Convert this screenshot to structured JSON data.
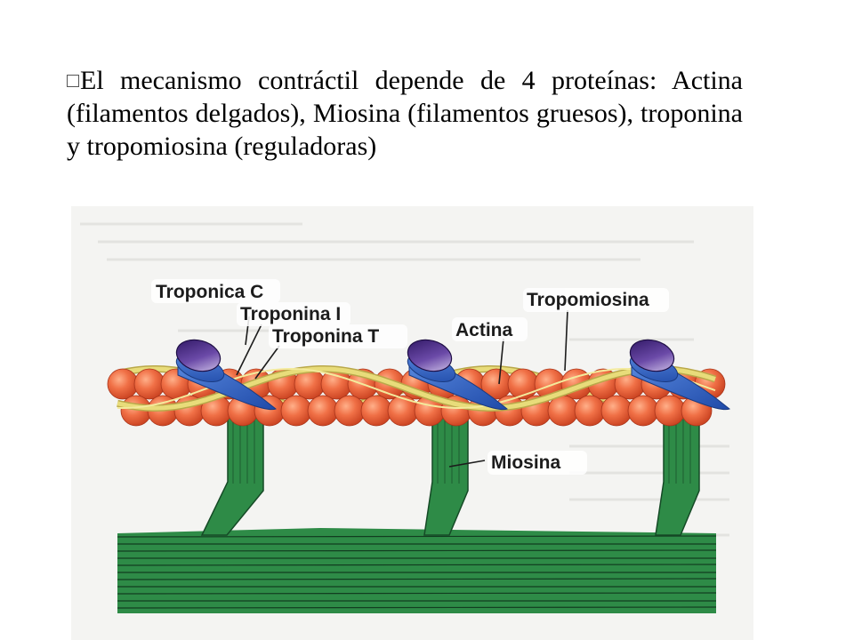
{
  "slide": {
    "bullet_icon": "square-bullet",
    "text": "El mecanismo contráctil depende de 4 proteínas: Actina (filamentos delgados), Miosina (filamentos gruesos), troponina y tropomiosina (reguladoras)"
  },
  "figure": {
    "labels": {
      "troponin_c": "Troponica C",
      "troponin_i": "Troponina I",
      "troponin_t": "Troponina T",
      "actin": "Actina",
      "tropomyosin": "Tropomiosina",
      "myosin": "Miosina"
    },
    "colors": {
      "background": "#f4f4f2",
      "actin_bead": "#ef6e45",
      "tropomyosin_strand": "#e8dc7a",
      "myosin": "#2e8b47",
      "troponin_c": "#4a2a8a",
      "troponin_blue": "#2a5fc4"
    }
  }
}
